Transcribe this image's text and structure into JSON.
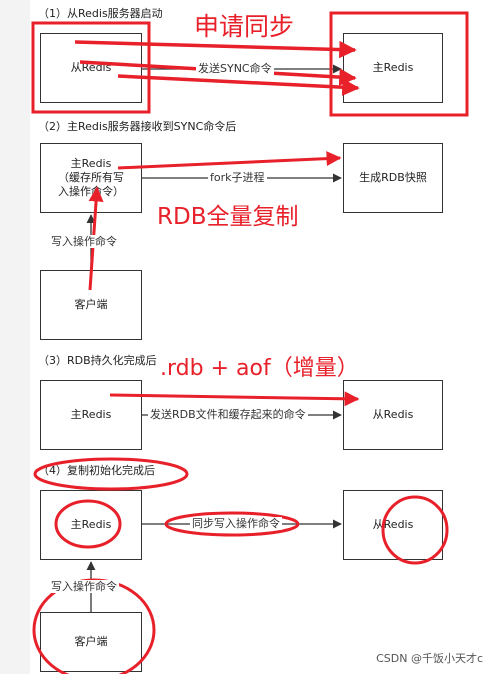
{
  "steps": [
    "（1）从Redis服务器启动",
    "（2）主Redis服务器接收到SYNC命令后",
    "（3）RDB持久化完成后",
    "（4）复制初始化完成后"
  ],
  "s1": {
    "slave": "从Redis",
    "master": "主Redis",
    "edge": "发送SYNC命令"
  },
  "s2": {
    "master_lines": [
      "主Redis",
      "（缓存所有写",
      "入操作命令）"
    ],
    "snapshot": "生成RDB快照",
    "edge": "fork子进程",
    "client": "客户端",
    "client_edge": "写入操作命令"
  },
  "s3": {
    "master": "主Redis",
    "slave": "从Redis",
    "edge": "发送RDB文件和缓存起来的命令"
  },
  "s4": {
    "master": "主Redis",
    "slave": "从Redis",
    "edge": "同步写入操作命令",
    "client": "客户端",
    "client_edge": "写入操作命令"
  },
  "annotations": {
    "sync_request": "申请同步",
    "rdb_full": "RDB全量复制",
    "rdb_aof": ".rdb + aof（增量）"
  },
  "watermark": "CSDN @千饭小天才c",
  "colors": {
    "annotation": "#e8202a",
    "line": "#333333"
  }
}
